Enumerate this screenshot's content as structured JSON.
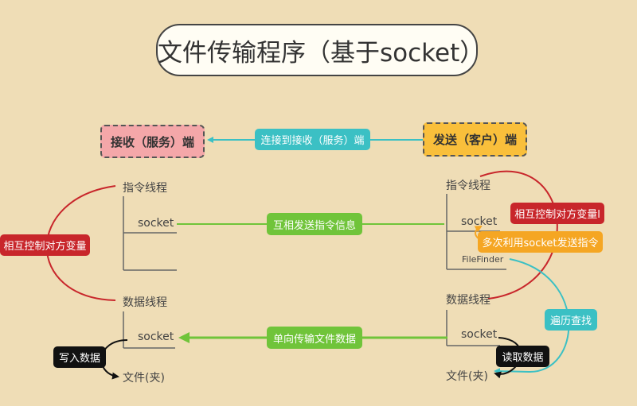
{
  "title": "文件传输程序（基于socket）",
  "receiver": {
    "label": "接收（服务）端",
    "command_thread": "指令线程",
    "command_socket": "socket",
    "data_thread": "数据线程",
    "data_socket": "socket",
    "file": "文件(夹)",
    "control_tag": "相互控制对方变量",
    "write_tag": "写入数据"
  },
  "sender": {
    "label": "发送（客户）端",
    "command_thread": "指令线程",
    "command_socket": "socket",
    "file_finder": "FileFinder",
    "data_thread": "数据线程",
    "data_socket": "socket",
    "file": "文件(夹)",
    "control_tag": "相互控制对方变量l",
    "multi_tag": "多次利用socket发送指令",
    "traverse_tag": "遍历查找",
    "read_tag": "读取数据"
  },
  "links": {
    "connect": "连接到接收（服务）端",
    "commands": "互相发送指令信息",
    "data": "单向传输文件数据"
  },
  "colors": {
    "background": "#EFDDB6",
    "teal": "#3BC0C4",
    "green": "#70C43A",
    "red": "#C8262B",
    "orange": "#F5A623"
  }
}
